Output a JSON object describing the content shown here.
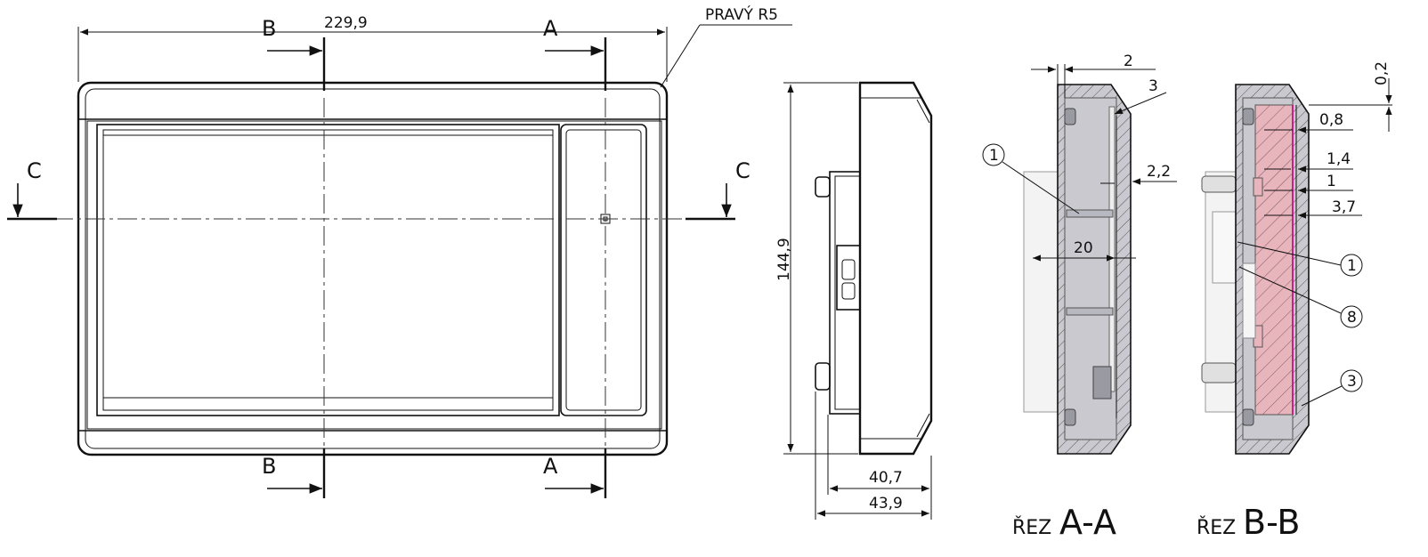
{
  "front_view": {
    "width_dim": "229,9",
    "corner_note": "PRAVÝ R5",
    "section_a": "A",
    "section_b": "B",
    "section_c": "C"
  },
  "side_view": {
    "height_dim": "144,9",
    "depth_inner": "40,7",
    "depth_outer": "43,9"
  },
  "section_aa": {
    "dims": [
      "2",
      "3",
      "2,2",
      "20"
    ],
    "callouts": [
      "1"
    ],
    "title_prefix": "ŘEZ",
    "title": "A-A"
  },
  "section_bb": {
    "dims": [
      "0,2",
      "0,8",
      "1,4",
      "1",
      "3,7"
    ],
    "callouts": [
      "1",
      "8",
      "3"
    ],
    "title_prefix": "ŘEZ",
    "title": "B-B"
  },
  "colors": {
    "line": "#111111",
    "section_fill": "#c9c9cf",
    "section_fill_dark": "#9a9aa2",
    "pink_fill": "#e9b5bd",
    "magenta": "#c1238f"
  }
}
